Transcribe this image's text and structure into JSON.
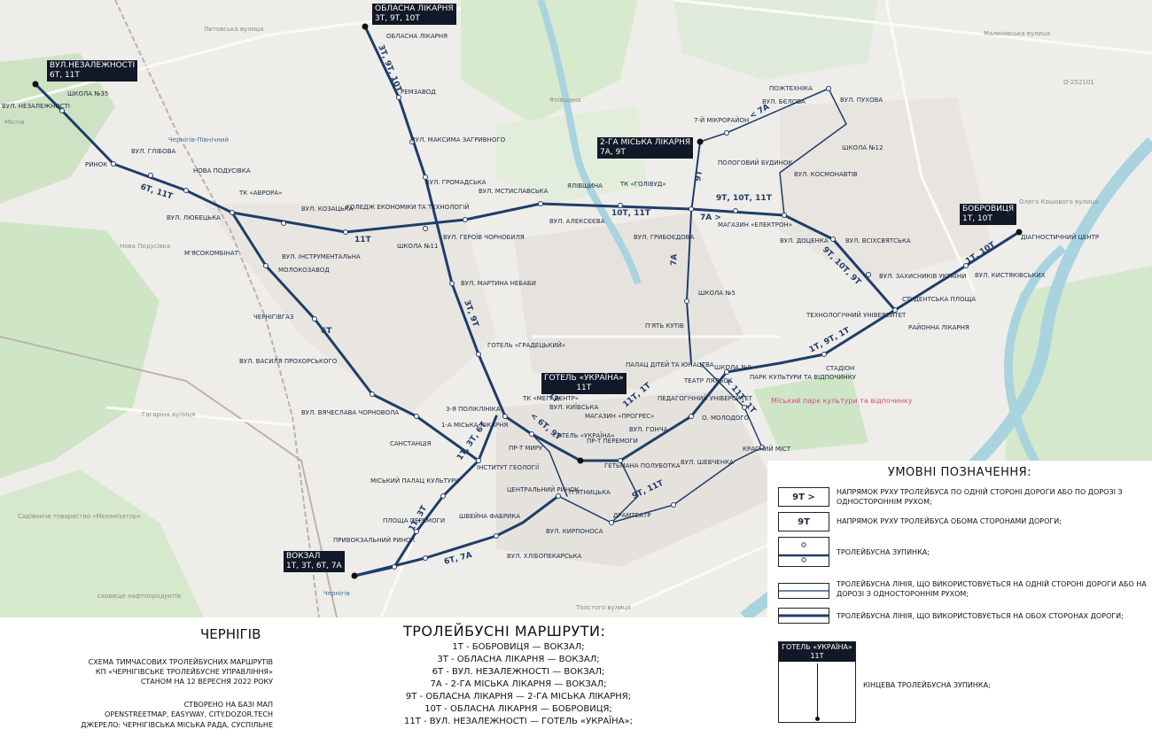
{
  "terminals": [
    {
      "id": "nezalezhnosti",
      "name": "ВУЛ.НЕЗАЛЕЖНОСТІ",
      "routes": "6Т, 11Т"
    },
    {
      "id": "oblasna",
      "name": "ОБЛАСНА ЛІКАРНЯ",
      "routes": "3Т, 9Т, 10Т"
    },
    {
      "id": "miska2",
      "name": "2-ГА МІСЬКА ЛІКАРНЯ",
      "routes": "7А, 9Т"
    },
    {
      "id": "bobrovytsia",
      "name": "БОБРОВИЦЯ",
      "routes": "1Т, 10Т"
    },
    {
      "id": "ukraina",
      "name": "ГОТЕЛЬ «УКРАЇНА»",
      "routes": "11Т"
    },
    {
      "id": "vokzal",
      "name": "ВОКЗАЛ",
      "routes": "1Т, 3Т, 6Т, 7А"
    }
  ],
  "stops": [
    "ВУЛ. НЕЗАЛЕЖНОСТІ",
    "ШКОЛА №35",
    "РИНОК",
    "ВУЛ. ГЛІБОВА",
    "НОВА ПОДУСІВКА",
    "ТК «АВРОРА»",
    "ВУЛ. ЛЮБЕЦЬКА",
    "ВУЛ. КОЗАЦЬКА",
    "ВУЛ. ІНСТРУМЕНТАЛЬНА",
    "КОЛЕДЖ ЕКОНОМІКИ ТА ТЕХНОЛОГІЙ",
    "ШКОЛА №11",
    "ВУЛ. ГЕРОЇВ ЧОРНОБИЛЯ",
    "ВУЛ. МСТИСЛАВСЬКА",
    "ЯЛІВЩИНА",
    "ВУЛ. АЛЕКСЄЄВА",
    "ТК «ГОЛІВУД»",
    "ВУЛ. ГРИБОЄДОВА",
    "МАГАЗИН «ЕЛЕКТРОН»",
    "ВУЛ. ДОЦЕНКА",
    "ВУЛ. ВСІХСВЯТСЬКА",
    "ВУЛ. ЗАХИСНИКІВ УКРАЇНИ",
    "СТУДЕНТСЬКА ПЛОЩА",
    "РАЙОННА ЛІКАРНЯ",
    "ВУЛ. КИСТЯКІВСЬКИХ",
    "ДІАГНОСТИЧНИЙ ЦЕНТР",
    "ОБЛАСНА ЛІКАРНЯ",
    "РЕМЗАВОД",
    "ВУЛ. МАКСИМА ЗАГРИВНОГО",
    "ВУЛ. ГРОМАДСЬКА",
    "ВУЛ. МАРТИНА НЕБАБИ",
    "ГОТЕЛЬ «ГРАДЕЦЬКИЙ»",
    "М'ЯСОКОМБІНАТ",
    "МОЛОКОЗАВОД",
    "ЧЕРНІГІВГАЗ",
    "ВУЛ. ВАСИЛЯ ПРОХОРСЬКОГО",
    "ВУЛ. ВЯЧЕСЛАВА ЧОРНОВОЛА",
    "САНСТАНЦІЯ",
    "ІНСТИТУТ ГЕОЛОГІЇ",
    "МІСЬКИЙ ПАЛАЦ КУЛЬТУРИ",
    "ПЛОЩА ПЕРЕМОГИ",
    "ПРИВОКЗАЛЬНИЙ РИНОК",
    "ШВЕЙНА ФАБРИКА",
    "ВУЛ. ХЛІБОПЕКАРСЬКА",
    "ВУЛ. КИРПОНОСА",
    "ЦЕНТРАЛЬНИЙ РИНОК",
    "П'ЯТНИЦЬКА",
    "ПР-Т МИРУ",
    "ПР-Т ПЕРЕМОГИ",
    "ДРАМТЕАТР",
    "ВУЛ. ШЕВЧЕНКА",
    "КРАСНИЙ МІСТ",
    "СТАДІОН",
    "ТЕХНОЛОГІЧНИЙ УНІВЕРСИТЕТ",
    "ПАРК КУЛЬТУРИ ТА ВІДПОЧИНКУ",
    "ШКОЛА №9",
    "ТЕАТР ЛЯЛЬОК",
    "ПЕДАГОГІЧНИЙ УНІВЕРСИТЕТ",
    "О. МОЛОДОГО",
    "П'ЯТЬ КУТІВ",
    "ПАЛАЦ ДІТЕЙ ТА ЮНАЦТВА",
    "ШКОЛА №5",
    "ПОЛОГОВИЙ БУДИНОК",
    "7-Й МІКРОРАЙОН",
    "ВУЛ. БЄЛОВА",
    "ПОЖТЕХНІКА",
    "ВУЛ. ПУХОВА",
    "ШКОЛА №12",
    "ВУЛ. КОСМОНАВТІВ",
    "3-Я ПОЛІКЛІНІКА",
    "1-А МІСЬКА ЛІКАРНЯ",
    "ТК «МЕГАЦЕНТР»",
    "ВУЛ. КИЇВСЬКА",
    "МАГАЗИН «ПРОГРЕС»",
    "ВУЛ. ГОНЧА",
    "ГЕТЬМАНА ПОЛУБОТКА",
    "ГОТЕЛЬ «УКРАЇНА»"
  ],
  "route_labels": [
    "6Т, 11Т",
    "11Т",
    "10Т, 11Т",
    "9Т, 10Т, 11Т",
    "9Т, 10Т, 9Т",
    "1Т, 9Т, 1Т",
    "1Т, 10Т",
    "6Т",
    "3Т, 9Т, 10Т",
    "3Т, 9Т",
    "1Т, 3Т, 6Т",
    "1Т, 3Т",
    "6Т, 7А",
    "7А",
    "7А >",
    "< 7А",
    "9Т",
    "< 6Т, 9Т",
    "< 1Т",
    "9Т, 11Т",
    "11Т, 1Т",
    "< 11Т, 1Т"
  ],
  "map_texts": [
    "Литовська вулиця",
    "Ялівщина",
    "Чернігів-Північний",
    "Нова Подусівка",
    "Малинівська вулиця",
    "О-252101",
    "Міський парк культури та відпочинку",
    "Чернігів",
    "Гагаріна вулиця",
    "Садівниче товариство «Механізатор»",
    "сховище нафтопродуктів",
    "Толстого вулиця",
    "Мєсна",
    "Олега Кошового вулиця"
  ],
  "legend": {
    "title": "УМОВНІ ПОЗНАЧЕННЯ:",
    "oneway_sample": "9Т >",
    "oneway_text": "НАПРЯМОК РУХУ ТРОЛЕЙБУСА ПО ОДНІЙ СТОРОНІ ДОРОГИ АБО ПО ДОРОЗІ З ОДНОСТОРОННІМ РУХОМ;",
    "twoway_sample": "9Т",
    "twoway_text": "НАПРЯМОК РУХУ ТРОЛЕЙБУСА ОБОМА СТОРОНАМИ ДОРОГИ;",
    "stop_text": "ТРОЛЕЙБУСНА ЗУПИНКА;",
    "line_one_text": "ТРОЛЕЙБУСНА ЛІНІЯ, ЩО ВИКОРИСТОВУЄТЬСЯ НА ОДНІЙ СТОРОНІ ДОРОГИ АБО НА ДОРОЗІ З ОДНОСТОРОННІМ РУХОМ;",
    "line_both_text": "ТРОЛЕЙБУСНА ЛІНІЯ, ЩО ВИКОРИСТОВУЄТЬСЯ НА ОБОХ СТОРОНАХ ДОРОГИ;",
    "terminal_sample_name": "ГОТЕЛЬ «УКРАЇНА»",
    "terminal_sample_route": "11Т",
    "terminal_text": "КІНЦЕВА ТРОЛЕЙБУСНА ЗУПИНКА;"
  },
  "title_block": {
    "city": "ЧЕРНІГІВ",
    "desc_1": "СХЕМА ТИМЧАСОВИХ ТРОЛЕЙБУСНИХ МАРШРУТІВ",
    "desc_2": "КП «ЧЕРНІГІВСЬКЕ ТРОЛЕЙБУСНЕ УПРАВЛІННЯ»",
    "desc_3": "СТАНОМ НА 12 ВЕРЕСНЯ 2022 РОКУ",
    "credit_1": "СТВОРЕНО НА БАЗІ МАП",
    "credit_2": "OPENSTREETMAP, EASYWAY, CITY.DOZOR.TECH",
    "credit_3": "ДЖЕРЕЛО: ЧЕРНІГІВСЬКА МІСЬКА РАДА, СУСПІЛЬНЕ"
  },
  "routes": {
    "title": "ТРОЛЕЙБУСНІ МАРШРУТИ:",
    "list": [
      "1Т - БОБРОВИЦЯ — ВОКЗАЛ;",
      "3Т - ОБЛАСНА ЛІКАРНЯ — ВОКЗАЛ;",
      "6Т - ВУЛ. НЕЗАЛЕЖНОСТІ — ВОКЗАЛ;",
      "7А - 2-ГА МІСЬКА ЛІКАРНЯ — ВОКЗАЛ;",
      "9Т - ОБЛАСНА ЛІКАРНЯ — 2-ГА МІСЬКА ЛІКАРНЯ;",
      "10Т - ОБЛАСНА ЛІКАРНЯ — БОБРОВИЦЯ;",
      "11Т - ВУЛ. НЕЗАЛЕЖНОСТІ — ГОТЕЛЬ «УКРАЇНА»;"
    ]
  },
  "colors": {
    "line": "#1f3d6b",
    "terminal_bg": "#111827",
    "water": "#a9d3df",
    "park": "#cfe6c6",
    "urban": "#ece9e4"
  }
}
